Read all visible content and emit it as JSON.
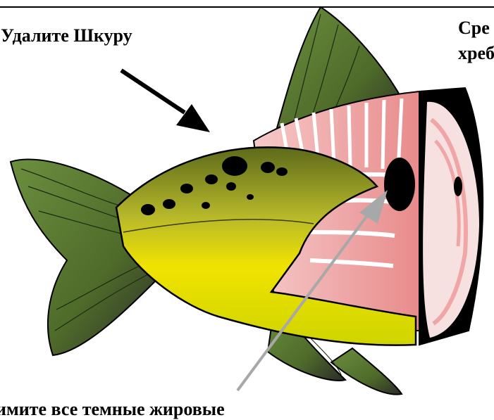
{
  "labels": {
    "remove_skin": "Удалите Шкуру",
    "cut_spine": "Сре\nхреб",
    "remove_fat": "имите все темные жировые"
  },
  "colors": {
    "fin_green": "#5a7a3a",
    "skin_yellow": "#e6e600",
    "skin_olive": "#7d8f1f",
    "flesh_pink": "#f3b0b0",
    "outline": "#000000",
    "arrow_grey": "#a8a8a8"
  }
}
